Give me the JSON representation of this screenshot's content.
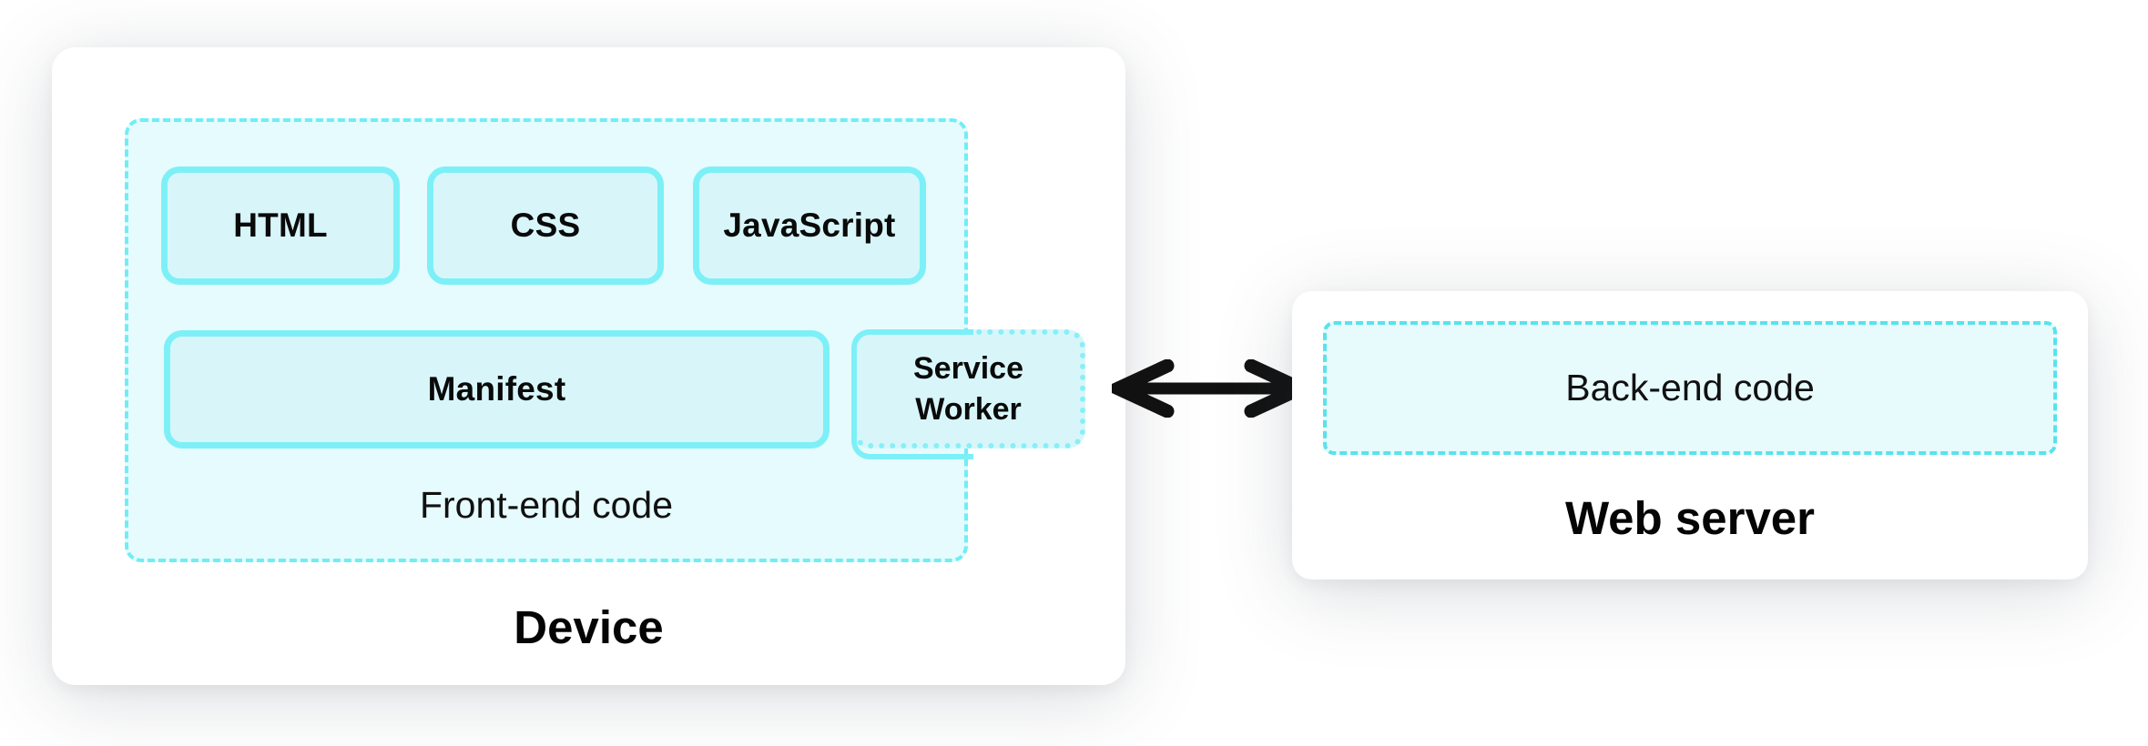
{
  "device_card": {
    "title": "Device",
    "frontend_group": {
      "caption": "Front-end code",
      "top_row": [
        {
          "label": "HTML"
        },
        {
          "label": "CSS"
        },
        {
          "label": "JavaScript"
        }
      ],
      "manifest": {
        "label": "Manifest"
      },
      "service_worker": {
        "label": "Service Worker"
      }
    }
  },
  "connection": {
    "icon": "double-headed-arrow"
  },
  "server_card": {
    "title": "Web server",
    "backend_box": {
      "label": "Back-end code"
    }
  },
  "colors": {
    "card_background": "#ffffff",
    "group_fill": "#e6fbfd",
    "group_dashed_border": "#6feef5",
    "box_fill": "#d8f6fa",
    "box_solid_border": "#7df0f7",
    "service_worker_dotted_border": "#86f0f6",
    "backend_dashed_border": "#58e3ec",
    "arrow": "#111111",
    "text": "#0a0a0a"
  }
}
